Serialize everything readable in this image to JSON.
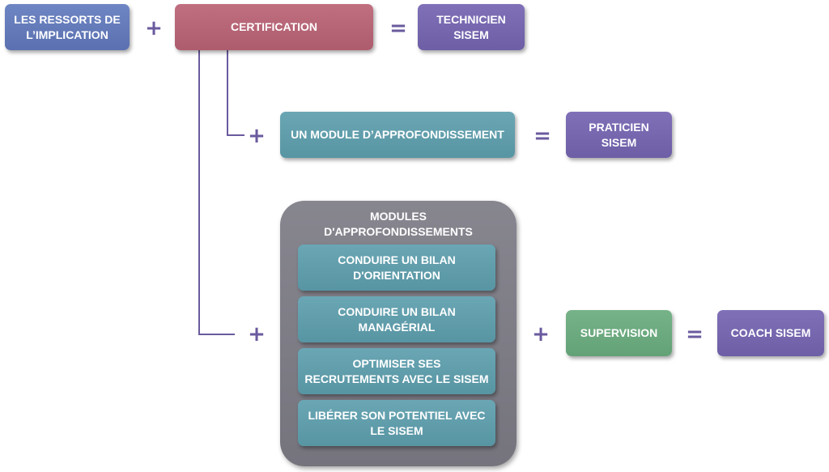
{
  "row1": {
    "engagement": "LES RESSORTS DE L’IMPLICATION",
    "plus": "+",
    "certification": "CERTIFICATION",
    "equals": "=",
    "result": "TECHNICIEN SISEM"
  },
  "row2": {
    "plus": "+",
    "module": "UN MODULE D’APPROFONDISSEMENT",
    "equals": "=",
    "result": "PRATICIEN SISEM"
  },
  "row3": {
    "plus": "+",
    "group_title": "MODULES D'APPROFONDISSEMENTS",
    "modules": [
      "CONDUIRE UN BILAN D'ORIENTATION",
      "CONDUIRE UN BILAN MANAGÉRIAL",
      "OPTIMISER SES RECRUTEMENTS AVEC LE SISEM",
      "LIBÉRER SON POTENTIEL AVEC LE SISEM"
    ],
    "plus2": "+",
    "supervision": "SUPERVISION",
    "equals": "=",
    "result": "COACH SISEM"
  },
  "colors": {
    "blue": "#5a70b0",
    "red": "#ad5c6d",
    "purple": "#6d5ea6",
    "teal": "#5895a3",
    "green": "#63a176",
    "gray": "#75747d",
    "operator": "#6a5a9e"
  }
}
